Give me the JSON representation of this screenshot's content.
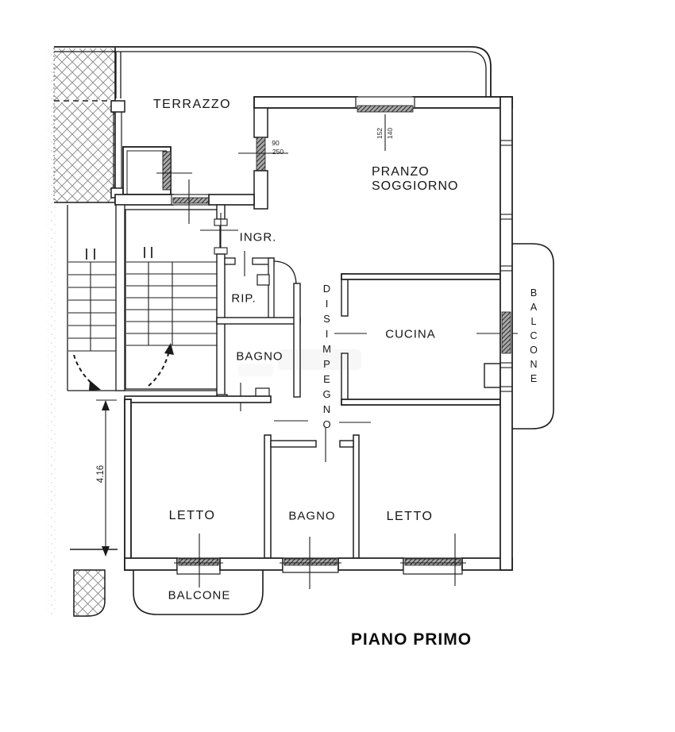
{
  "plan": {
    "title": "PIANO PRIMO",
    "rooms": {
      "terrazzo": "TERRAZZO",
      "pranzo_line1": "PRANZO",
      "pranzo_line2": "SOGGIORNO",
      "ingresso": "INGR.",
      "ripostiglio": "RIP.",
      "bagno_upper": "BAGNO",
      "disimpegno": "DISIMPEGNO",
      "cucina": "CUCINA",
      "balcone_right": "BALCONE",
      "letto_left": "LETTO",
      "bagno_lower": "BAGNO",
      "letto_right": "LETTO",
      "balcone_bottom": "BALCONE"
    },
    "dimensions": {
      "door_terrazzo_width": "90",
      "door_terrazzo_height": "250",
      "window_top_a": "152",
      "window_top_b": "140",
      "stairwell_depth": "4.16"
    },
    "colors": {
      "ink": "#1b1b1b",
      "paper": "#ffffff",
      "hatch_gray": "#7a7a7a"
    }
  }
}
